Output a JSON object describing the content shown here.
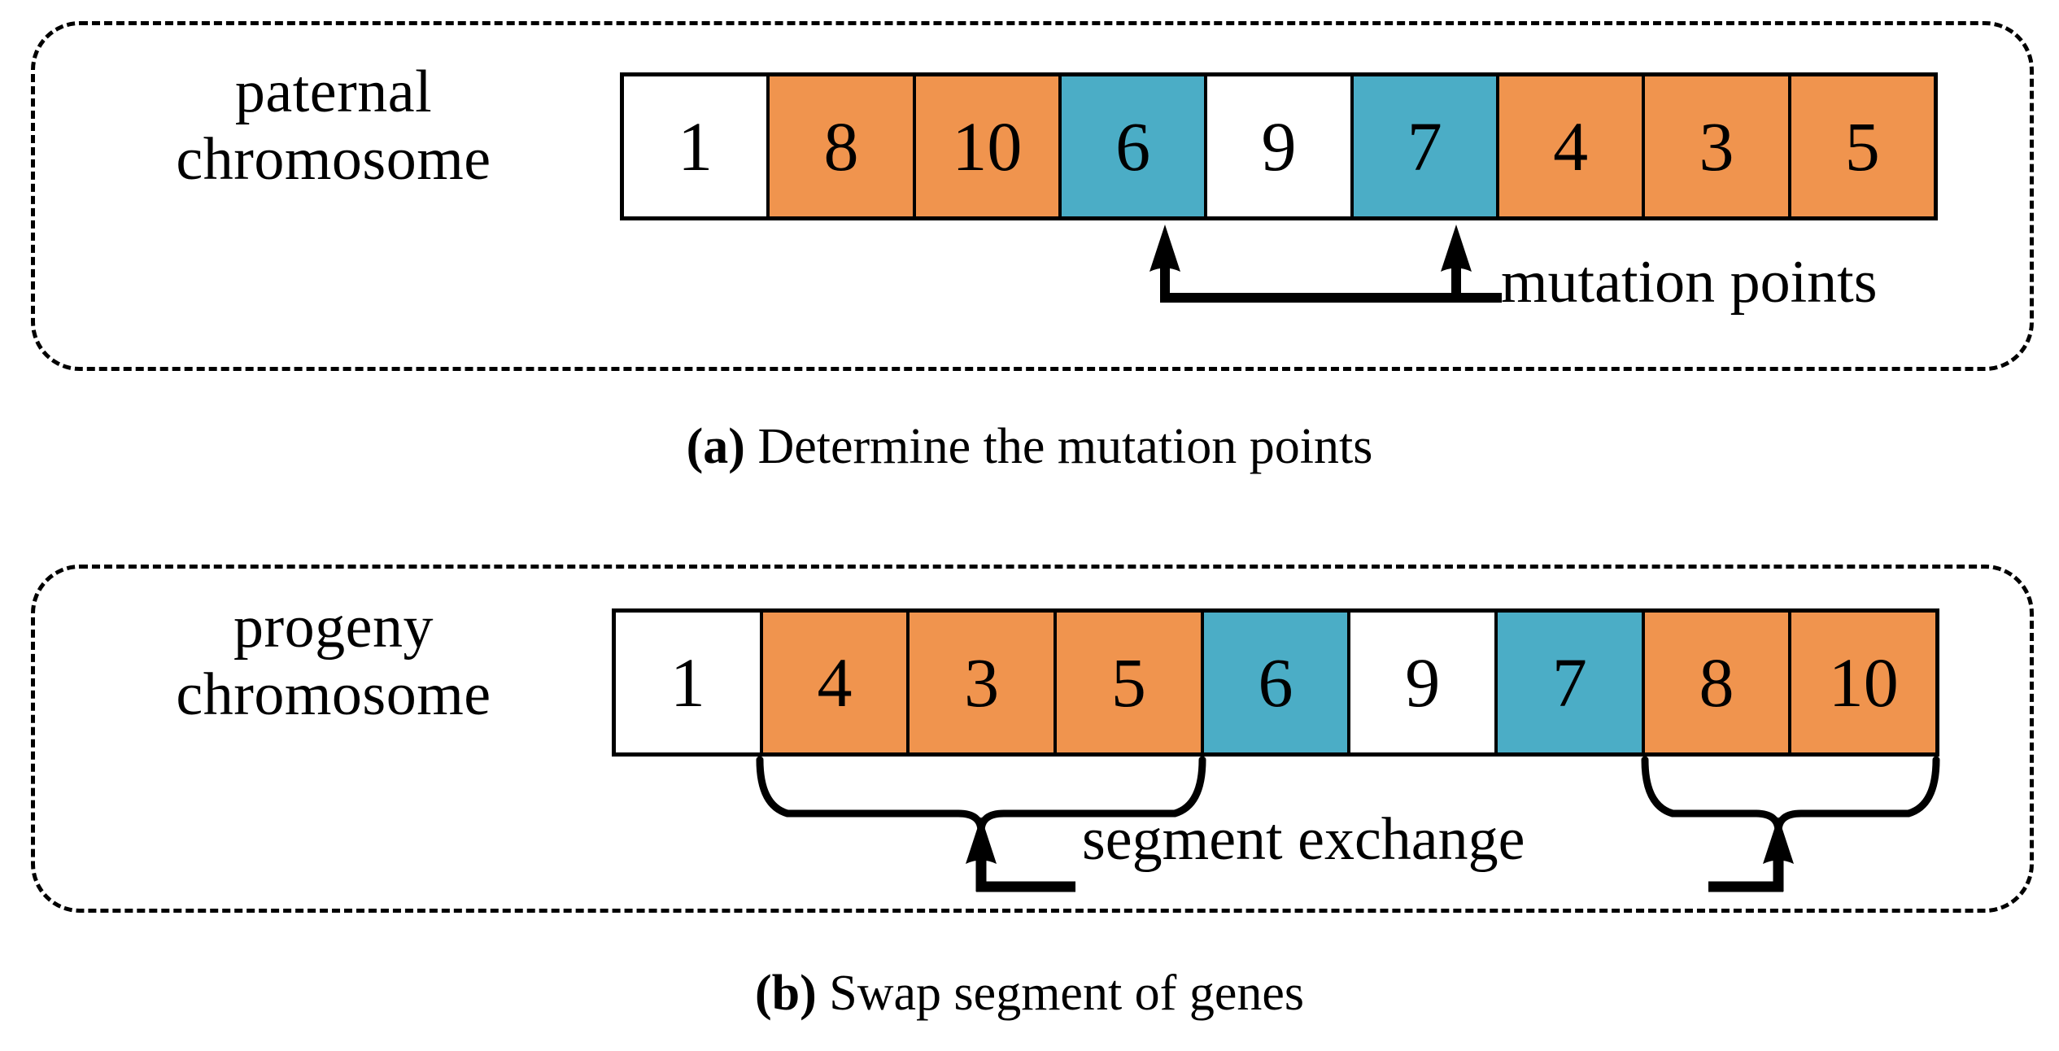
{
  "figure": {
    "type": "diagram",
    "subject": "genetic algorithm mutation and segment exchange on chromosomes"
  },
  "panel_a": {
    "side_label_line1": "paternal",
    "side_label_line2": "chromosome",
    "caption_tag": "(a)",
    "caption_text": " Determine the mutation points",
    "annotation_label": "mutation points",
    "genes": [
      {
        "value": "1",
        "color": "white"
      },
      {
        "value": "8",
        "color": "orange"
      },
      {
        "value": "10",
        "color": "orange"
      },
      {
        "value": "6",
        "color": "blue"
      },
      {
        "value": "9",
        "color": "white"
      },
      {
        "value": "7",
        "color": "blue"
      },
      {
        "value": "4",
        "color": "orange"
      },
      {
        "value": "3",
        "color": "orange"
      },
      {
        "value": "5",
        "color": "orange"
      }
    ],
    "mutation_point_indices": [
      3,
      5
    ]
  },
  "panel_b": {
    "side_label_line1": "progeny",
    "side_label_line2": "chromosome",
    "caption_tag": "(b)",
    "caption_text": " Swap segment of genes",
    "annotation_label": "segment exchange",
    "genes": [
      {
        "value": "1",
        "color": "white"
      },
      {
        "value": "4",
        "color": "orange"
      },
      {
        "value": "3",
        "color": "orange"
      },
      {
        "value": "5",
        "color": "orange"
      },
      {
        "value": "6",
        "color": "blue"
      },
      {
        "value": "9",
        "color": "white"
      },
      {
        "value": "7",
        "color": "blue"
      },
      {
        "value": "8",
        "color": "orange"
      },
      {
        "value": "10",
        "color": "orange"
      }
    ],
    "brace_spans": [
      [
        1,
        3
      ],
      [
        7,
        8
      ]
    ]
  },
  "colors": {
    "orange": "#F0944E",
    "blue": "#4BADC6",
    "white": "#FFFFFF",
    "stroke": "#000000",
    "background": "#FFFFFF"
  }
}
